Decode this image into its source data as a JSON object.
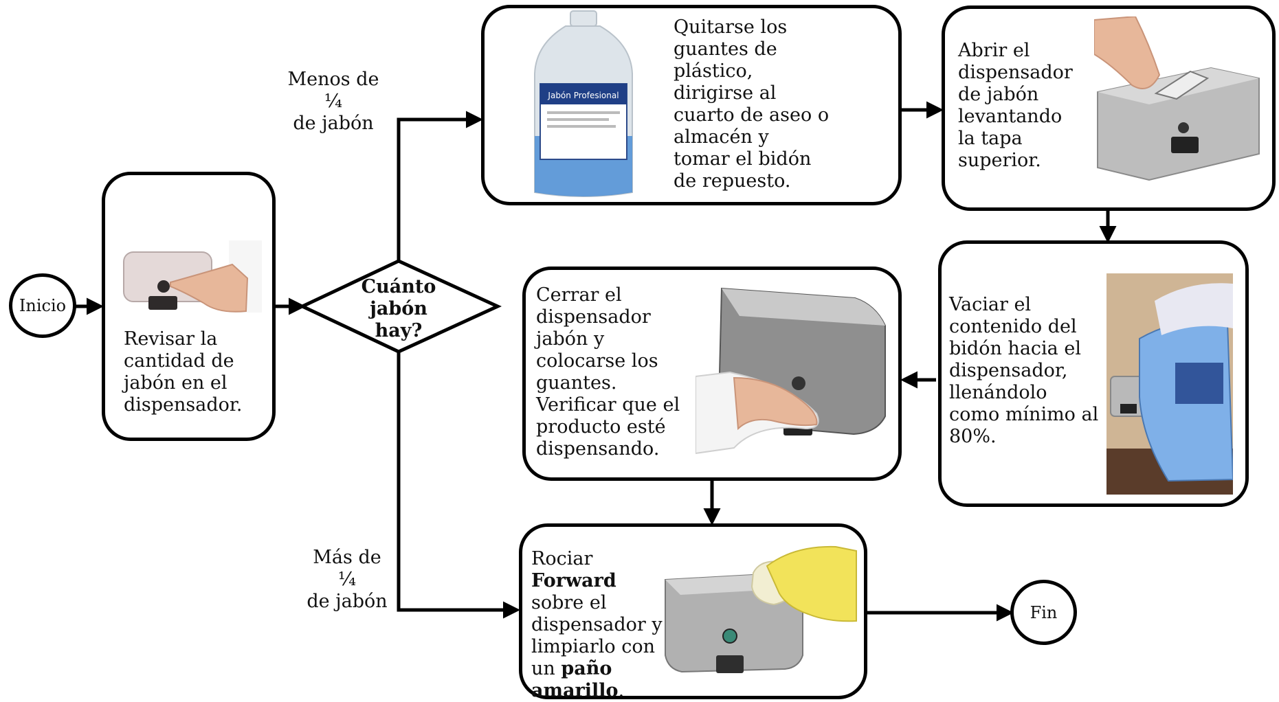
{
  "start": "Inicio",
  "end": "Fin",
  "decision": "Cuánto\njabón\nhay?",
  "branch_less": "Menos de\n¼\nde jabón",
  "branch_more": "Más de\n¼\nde jabón",
  "steps": {
    "check": "Revisar la\ncantidad de\njabón en el\ndispensador.",
    "gloves_off": "Quitarse los\nguantes de\nplástico,\ndirigirse  al\ncuarto de aseo o\nalmacén y\ntomar el  bidón\nde repuesto.",
    "open": "Abrir el\ndispensador\nde jabón\nlevantando\nla tapa\nsuperior.",
    "empty": "Vaciar el\ncontenido del\nbidón hacia el\ndispensador,\nllenándolo\ncomo mínimo   al\n80%.",
    "close": "Cerrar el\ndispensador\njabón  y\ncolocarse los\nguantes.\nVerificar  que el\nproducto  esté\ndispensando.",
    "spray_1": "Rociar ",
    "spray_bold_1": "Forward",
    "spray_2": "\nsobre el\ndispensador y\nlimpiarlo con\nun ",
    "spray_bold_2": "paño\namarillo",
    "spray_3": "."
  },
  "bottle_label": "Jabón Profesional",
  "colors": {
    "stroke": "#000000",
    "steel": "#a8a8a8",
    "liquid": "#4d8fd6",
    "glove": "#f2e35a",
    "skin": "#e7b79a"
  }
}
